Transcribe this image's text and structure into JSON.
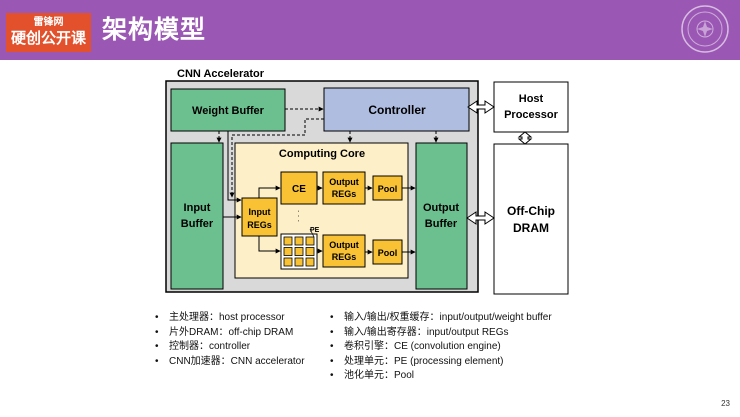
{
  "header": {
    "logo_line1": "雷锋网",
    "logo_line2": "硬创公开课",
    "title": "架构模型"
  },
  "diagram": {
    "accelerator_label": "CNN Accelerator",
    "weight_buffer": "Weight Buffer",
    "controller": "Controller",
    "host_line1": "Host",
    "host_line2": "Processor",
    "computing_core": "Computing Core",
    "input_buffer_line1": "Input",
    "input_buffer_line2": "Buffer",
    "output_buffer_line1": "Output",
    "output_buffer_line2": "Buffer",
    "dram_line1": "Off-Chip",
    "dram_line2": "DRAM",
    "ce": "CE",
    "input_regs_line1": "Input",
    "input_regs_line2": "REGs",
    "output_regs_line1": "Output",
    "output_regs_line2": "REGs",
    "pool": "Pool",
    "pe_label": "PE",
    "dots": "·  ·  ·"
  },
  "notes_left": [
    "主处理器：host processor",
    "片外DRAM：off-chip DRAM",
    "控制器：controller",
    "CNN加速器：CNN accelerator"
  ],
  "notes_right": [
    "输入/输出/权重缓存：input/output/weight buffer",
    "输入/输出寄存器：input/output REGs",
    "卷积引擎：CE (convolution engine)",
    "处理单元：PE (processing element)",
    "池化单元：Pool"
  ],
  "page_number": "23",
  "colors": {
    "header": "#9b57b4",
    "logo": "#e2502c",
    "green": "#6cc08f",
    "blue": "#aebde0",
    "core": "#fdf0c8",
    "yellow": "#f8c234"
  }
}
